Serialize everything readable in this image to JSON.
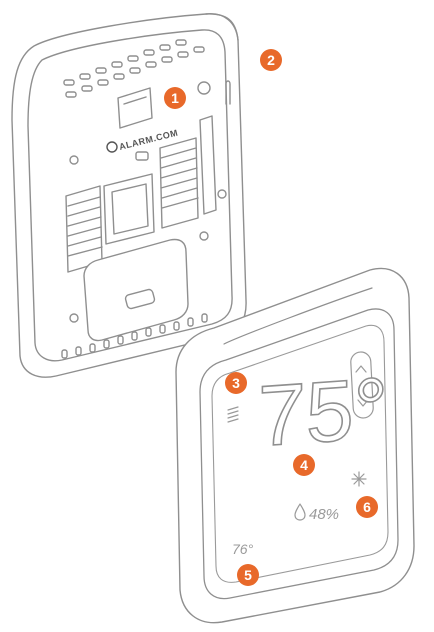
{
  "back_plate": {
    "brand": "ALARM.COM"
  },
  "display": {
    "temperature": "75°",
    "humidity": "48%",
    "setpoint": "76°"
  },
  "callouts": [
    "1",
    "2",
    "3",
    "4",
    "5",
    "6"
  ],
  "colors": {
    "callout": "#e8692a",
    "outline": "#9a9a9a",
    "body": "#ffffff"
  }
}
